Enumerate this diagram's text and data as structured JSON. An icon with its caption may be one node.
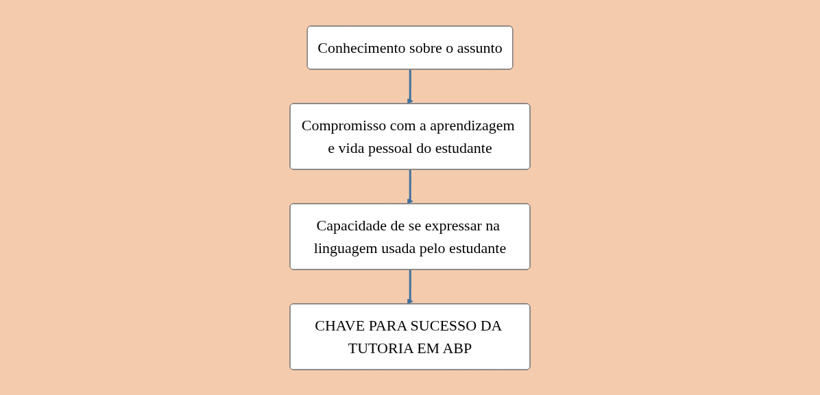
{
  "diagram": {
    "nodes": [
      {
        "text": [
          "Conhecimento sobre o assunto"
        ]
      },
      {
        "text": [
          "Compromisso com a aprendizagem e vida pessoal do estudante"
        ]
      },
      {
        "text": [
          "Capacidade de se expressar na linguagem usada pelo estudante"
        ]
      },
      {
        "text": [
          "CHAVE PARA SUCESSO DA TUTORIA EM ABP"
        ]
      }
    ],
    "edges": [
      {
        "from": 0,
        "to": 1,
        "arrow": "to"
      },
      {
        "from": 1,
        "to": 2,
        "arrow": "to"
      },
      {
        "from": 2,
        "to": 3,
        "arrow": "to"
      }
    ]
  }
}
